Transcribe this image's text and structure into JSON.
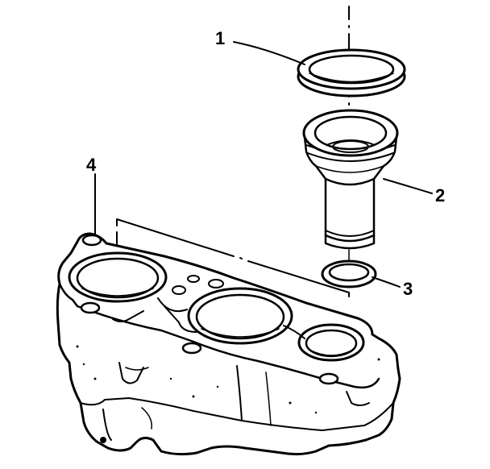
{
  "diagram": {
    "callouts": [
      {
        "id": "1",
        "text": "1"
      },
      {
        "id": "2",
        "text": "2"
      },
      {
        "id": "3",
        "text": "3"
      },
      {
        "id": "4",
        "text": "4"
      }
    ]
  },
  "colors": {
    "ink": "#000000",
    "background": "#ffffff"
  }
}
